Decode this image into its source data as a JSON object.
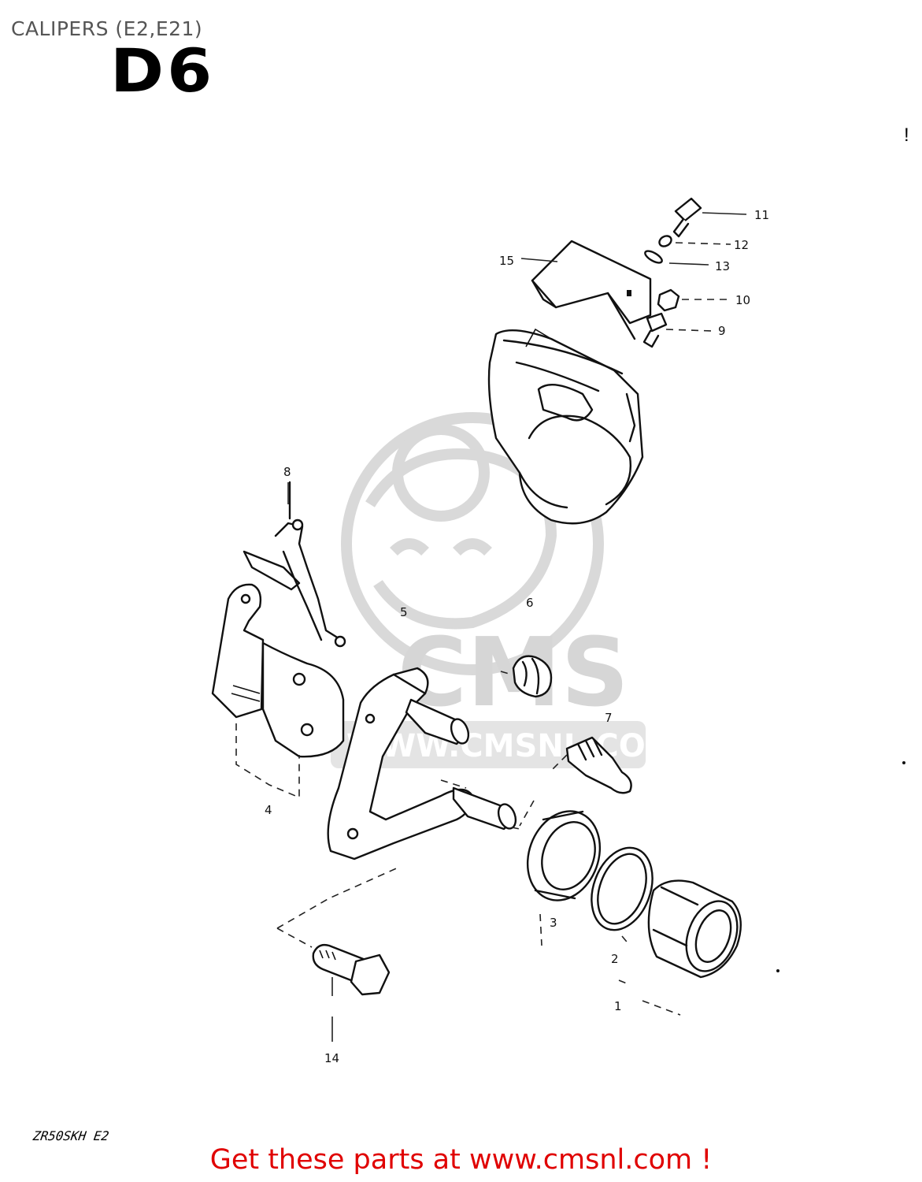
{
  "header": {
    "title": "CALIPERS (E2,E21)",
    "code": "D6",
    "mark": "!"
  },
  "watermark": {
    "brand": "CMS",
    "url": "WWW.CMSNL.COM"
  },
  "callouts": [
    "1",
    "2",
    "3",
    "4",
    "5",
    "6",
    "7",
    "8",
    "9",
    "10",
    "11",
    "12",
    "13",
    "14",
    "15"
  ],
  "footer": {
    "model_code": "ZR50SKH E2",
    "cta": "Get these parts at www.cmsnl.com !",
    "cta_color": "#e00000"
  }
}
